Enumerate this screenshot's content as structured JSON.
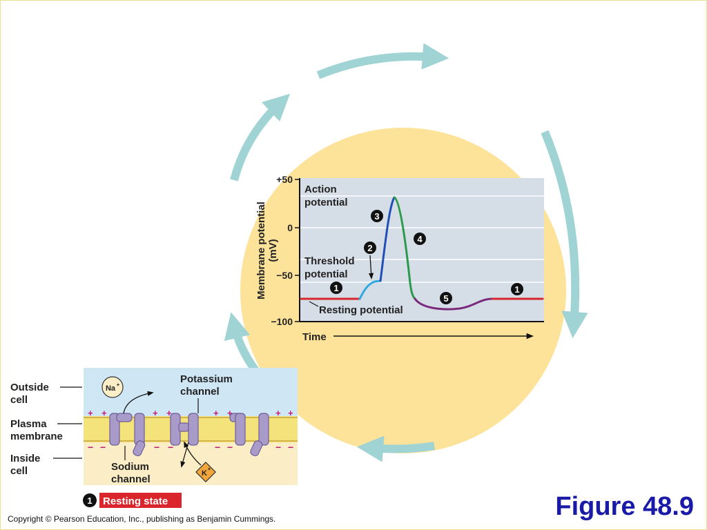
{
  "figure_title": "Figure 48.9",
  "copyright": "Copyright © Pearson Education, Inc., publishing as Benjamin Cummings.",
  "graph": {
    "y_axis_label_line1": "Membrane potential",
    "y_axis_label_line2": "(mV)",
    "x_axis_label": "Time",
    "y_ticks": [
      "+50",
      "0",
      "−50",
      "−100"
    ],
    "labels": {
      "action_potential_1": "Action",
      "action_potential_2": "potential",
      "threshold_potential_1": "Threshold",
      "threshold_potential_2": "potential",
      "resting_potential": "Resting potential"
    },
    "steps": [
      "1",
      "2",
      "3",
      "4",
      "5",
      "1"
    ],
    "colors": {
      "resting": "#d9252b",
      "depolarizing": "#2fa8e0",
      "rising": "#1f4fb5",
      "falling": "#2a9a4a",
      "undershoot": "#7b2a7b",
      "panel_bg": "#d5dde6",
      "circle_bg": "#fde29a",
      "cycle_arrows": "#9fd3d4"
    }
  },
  "membrane": {
    "outside_cell_1": "Outside",
    "outside_cell_2": "cell",
    "plasma_membrane_1": "Plasma",
    "plasma_membrane_2": "membrane",
    "inside_cell_1": "Inside",
    "inside_cell_2": "cell",
    "potassium_channel_1": "Potassium",
    "potassium_channel_2": "channel",
    "sodium_channel_1": "Sodium",
    "sodium_channel_2": "channel",
    "na_ion": "Na",
    "na_sup": "+",
    "k_ion": "K",
    "k_sup": "+",
    "state_number": "1",
    "state_label": "Resting state"
  }
}
